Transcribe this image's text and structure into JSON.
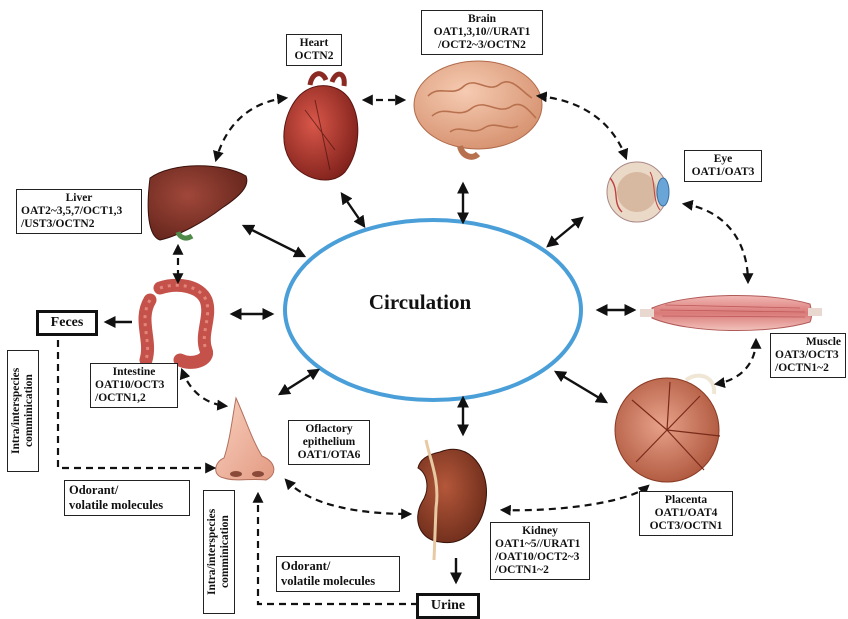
{
  "center": {
    "label": "Circulation"
  },
  "organs": {
    "heart": {
      "name": "Heart",
      "transporters": [
        "OCTN2"
      ]
    },
    "brain": {
      "name": "Brain",
      "transporters": [
        "OAT1,3,10//URAT1",
        "/OCT2~3/OCTN2"
      ]
    },
    "eye": {
      "name": "Eye",
      "transporters": [
        "OAT1/OAT3"
      ]
    },
    "liver": {
      "name": "Liver",
      "transporters": [
        "OAT2~3,5,7/OCT1,3",
        "/UST3/OCTN2"
      ]
    },
    "muscle": {
      "name": "Muscle",
      "transporters": [
        "OAT3/OCT3",
        "/OCTN1~2"
      ]
    },
    "intestine": {
      "name": "Intestine",
      "transporters": [
        "OAT10/OCT3",
        "/OCTN1,2"
      ]
    },
    "olfactory": {
      "name_lines": [
        "Oflactory",
        "epithelium"
      ],
      "transporters": [
        "OAT1/OTA6"
      ]
    },
    "placenta": {
      "name": "Placenta",
      "transporters": [
        "OAT1/OAT4",
        "OCT3/OCTN1"
      ]
    },
    "kidney": {
      "name": "Kidney",
      "transporters": [
        "OAT1~5//URAT1",
        "/OAT10/OCT2~3",
        "/OCTN1~2"
      ]
    }
  },
  "excretion": {
    "feces": "Feces",
    "urine": "Urine"
  },
  "communication": {
    "left_vertical": [
      "Intra/interspecies",
      "comminication"
    ],
    "mid_vertical": [
      "Intra/interspecies",
      "comminication"
    ],
    "odorant_left": [
      "Odorant/",
      "volatile molecules"
    ],
    "odorant_bottom": [
      "Odorant/",
      "volatile molecules"
    ]
  },
  "colors": {
    "ellipse": "#4a9fd8",
    "arrow": "#111111",
    "heart": "#b8322a",
    "brain": "#e8a784",
    "liver": "#7a2e22",
    "kidney": "#8a3a22",
    "intestine": "#c4524a",
    "nose": "#f0b9a4",
    "muscle": "#d88a8a",
    "placenta": "#c96f4e",
    "eye": "#e6d6c4"
  }
}
